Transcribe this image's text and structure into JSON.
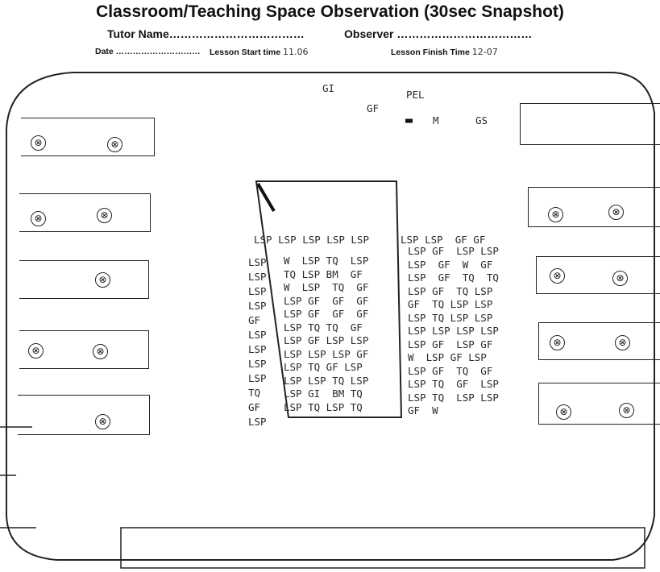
{
  "form": {
    "title": "Classroom/Teaching Space Observation (30sec Snapshot)",
    "tutor_label": "Tutor Name………………………………",
    "observer_label": "Observer ………………………………",
    "date_label": "Date …………………………",
    "start_label": "Lesson Start time ",
    "start_value": "11.06",
    "finish_label": "Lesson Finish Time ",
    "finish_value": "12-07"
  },
  "front_labels": [
    "GI",
    "PEL",
    "GF",
    "M",
    "GS"
  ],
  "seat_mark": "⊗",
  "table_top_row": "LSP LSP LSP LSP LSP",
  "top_right_row": "LSP LSP  GF GF",
  "left_column": [
    "LSP",
    "LSP",
    "LSP",
    "LSP",
    "GF",
    "LSP",
    "LSP",
    "LSP",
    "LSP",
    "TQ",
    "GF",
    "LSP"
  ],
  "center_rows": [
    "W  LSP TQ  LSP",
    "TQ LSP BM  GF",
    "W  LSP  TQ  GF",
    "LSP GF  GF  GF",
    "LSP GF  GF  GF",
    "LSP TQ TQ  GF",
    "LSP GF LSP LSP",
    "LSP LSP LSP GF",
    "LSP TQ GF LSP",
    "LSP LSP TQ LSP",
    "LSP GI  BM TQ",
    "LSP TQ LSP TQ"
  ],
  "right_rows": [
    "LSP GF  LSP LSP",
    "LSP  GF  W  GF",
    "LSP  GF  TQ  TQ",
    "LSP GF  TQ LSP",
    "GF  TQ LSP LSP",
    "LSP TQ LSP LSP",
    "LSP LSP LSP LSP",
    "LSP GF  LSP GF",
    "W  LSP GF LSP",
    "LSP GF  TQ  GF",
    "LSP TQ  GF  LSP",
    "LSP TQ  LSP LSP",
    "GF  W"
  ]
}
